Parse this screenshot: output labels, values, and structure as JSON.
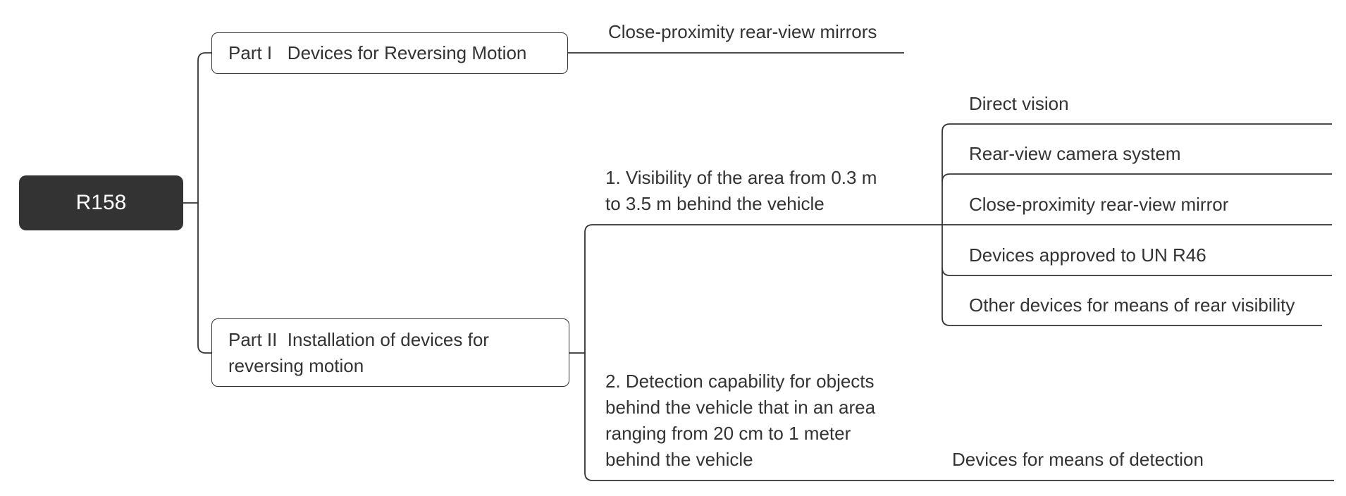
{
  "root": {
    "label": "R158"
  },
  "branches": [
    {
      "label": "Part I   Devices for Reversing Motion",
      "children": [
        {
          "label": "Close-proximity rear-view mirrors"
        }
      ]
    },
    {
      "label_lines": [
        "Part II  Installation of devices for",
        "reversing motion"
      ],
      "children": [
        {
          "label_lines": [
            "1. Visibility of the area from 0.3 m",
            "to 3.5 m behind the vehicle"
          ],
          "children": [
            {
              "label": "Direct vision"
            },
            {
              "label": "Rear-view camera system"
            },
            {
              "label": "Close-proximity rear-view mirror"
            },
            {
              "label": "Devices approved to UN R46"
            },
            {
              "label": "Other devices for means of rear visibility"
            }
          ]
        },
        {
          "label_lines": [
            "2. Detection capability for objects",
            "behind the vehicle that in an area",
            "ranging from 20 cm to 1 meter",
            "behind the vehicle"
          ],
          "children": [
            {
              "label": "Devices for means of detection"
            }
          ]
        }
      ]
    }
  ],
  "colors": {
    "line": "#333333",
    "root_fill": "#333333",
    "root_text": "#ffffff",
    "text": "#333333"
  }
}
